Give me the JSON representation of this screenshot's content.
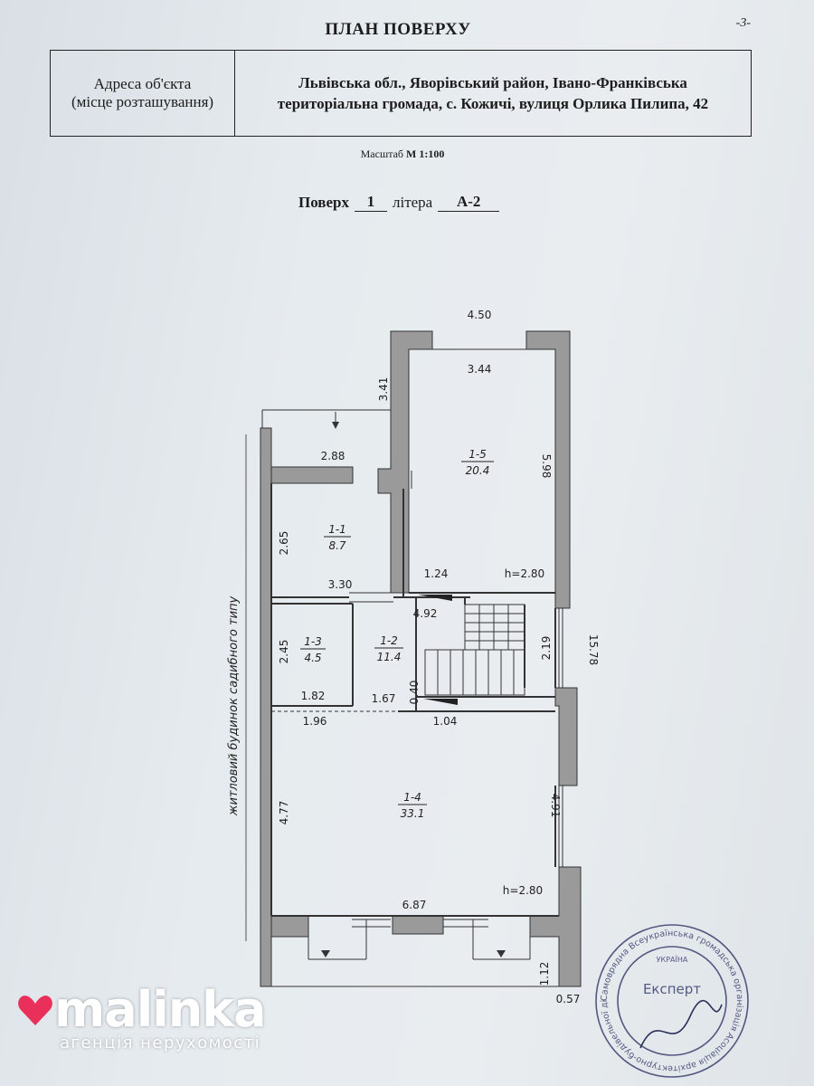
{
  "header": {
    "title": "ПЛАН ПОВЕРХУ",
    "page_number": "-3-"
  },
  "address_table": {
    "label_line1": "Адреса об'єкта",
    "label_line2": "(місце розташування)",
    "value_line1": "Львівська обл., Яворівський район, Івано-Франківська",
    "value_line2": "територіальна громада, с. Кожичі, вулиця Орлика Пилипа, 42"
  },
  "scale": {
    "label": "Масштаб",
    "value": "М 1:100"
  },
  "floor": {
    "floor_label": "Поверх",
    "floor_number": "1",
    "letter_label": "літера",
    "letter_value": "А-2"
  },
  "plan": {
    "rooms": [
      {
        "id": "1-1",
        "area": "8.7"
      },
      {
        "id": "1-2",
        "area": "11.4"
      },
      {
        "id": "1-3",
        "area": "4.5"
      },
      {
        "id": "1-4",
        "area": "33.1"
      },
      {
        "id": "1-5",
        "area": "20.4"
      }
    ],
    "dimensions": {
      "top_outer": "4.50",
      "top_inner": "3.44",
      "left_offset": "3.41",
      "room_1_1_width": "2.88",
      "room_1_5_height": "5.98",
      "room_1_1_height": "2.65",
      "room_1_1_bottom": "3.30",
      "stair_gap": "1.24",
      "height_upper": "h=2.80",
      "stair_width": "4.92",
      "stair_height": "2.19",
      "total_length": "15.78",
      "room_1_3_height": "2.45",
      "room_1_3_width": "1.82",
      "corridor_width": "1.67",
      "wall_gap": "0.40",
      "room_1_4_left": "1.96",
      "room_1_4_stub": "1.04",
      "room_1_4_height_left": "4.77",
      "room_1_4_height_right": "4.91",
      "height_lower": "h=2.80",
      "room_1_4_width": "6.87",
      "bottom_offset": "1.12",
      "wall_thickness": "0.57"
    },
    "side_label": "житловий будинок садибного типу"
  },
  "stamp": {
    "ring_text": "Самоврядна Всеукраїнська громадська організація Асоціація архітектурно-будівельної діяльності",
    "center_word": "Експерт",
    "country": "УКРАЇНА"
  },
  "logo": {
    "word": "malinka",
    "subtitle": "агенція нерухомості"
  },
  "colors": {
    "wall_fill": "#9a9a9a",
    "logo_heart": "#e8305a",
    "stamp_ink": "#3b3f6e"
  }
}
